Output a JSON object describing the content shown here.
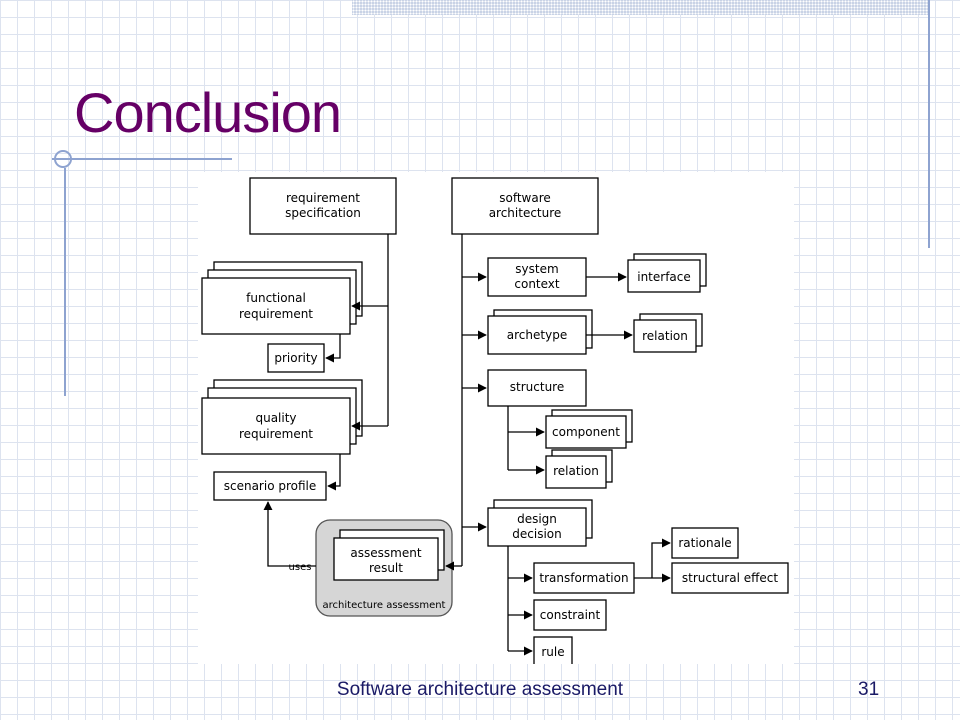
{
  "slide": {
    "title": "Conclusion",
    "footer": "Software architecture assessment",
    "page_number": "31"
  },
  "diagram": {
    "requirement_specification": [
      "requirement",
      "specification"
    ],
    "functional_requirement": [
      "functional",
      "requirement"
    ],
    "priority": "priority",
    "quality_requirement": [
      "quality",
      "requirement"
    ],
    "scenario_profile": "scenario profile",
    "uses": "uses",
    "assessment_result": [
      "assessment",
      "result"
    ],
    "architecture_assessment": "architecture assessment",
    "software_architecture": [
      "software",
      "architecture"
    ],
    "system_context": [
      "system",
      "context"
    ],
    "interface": "interface",
    "archetype": "archetype",
    "relation_archetype": "relation",
    "structure": "structure",
    "component": "component",
    "relation_structure": "relation",
    "design_decision": [
      "design",
      "decision"
    ],
    "transformation": "transformation",
    "rationale": "rationale",
    "structural_effect": "structural effect",
    "constraint": "constraint",
    "rule": "rule"
  },
  "colors": {
    "title": "#660066",
    "accent_line": "#8ea3d0",
    "footer_text": "#1a1a66"
  }
}
